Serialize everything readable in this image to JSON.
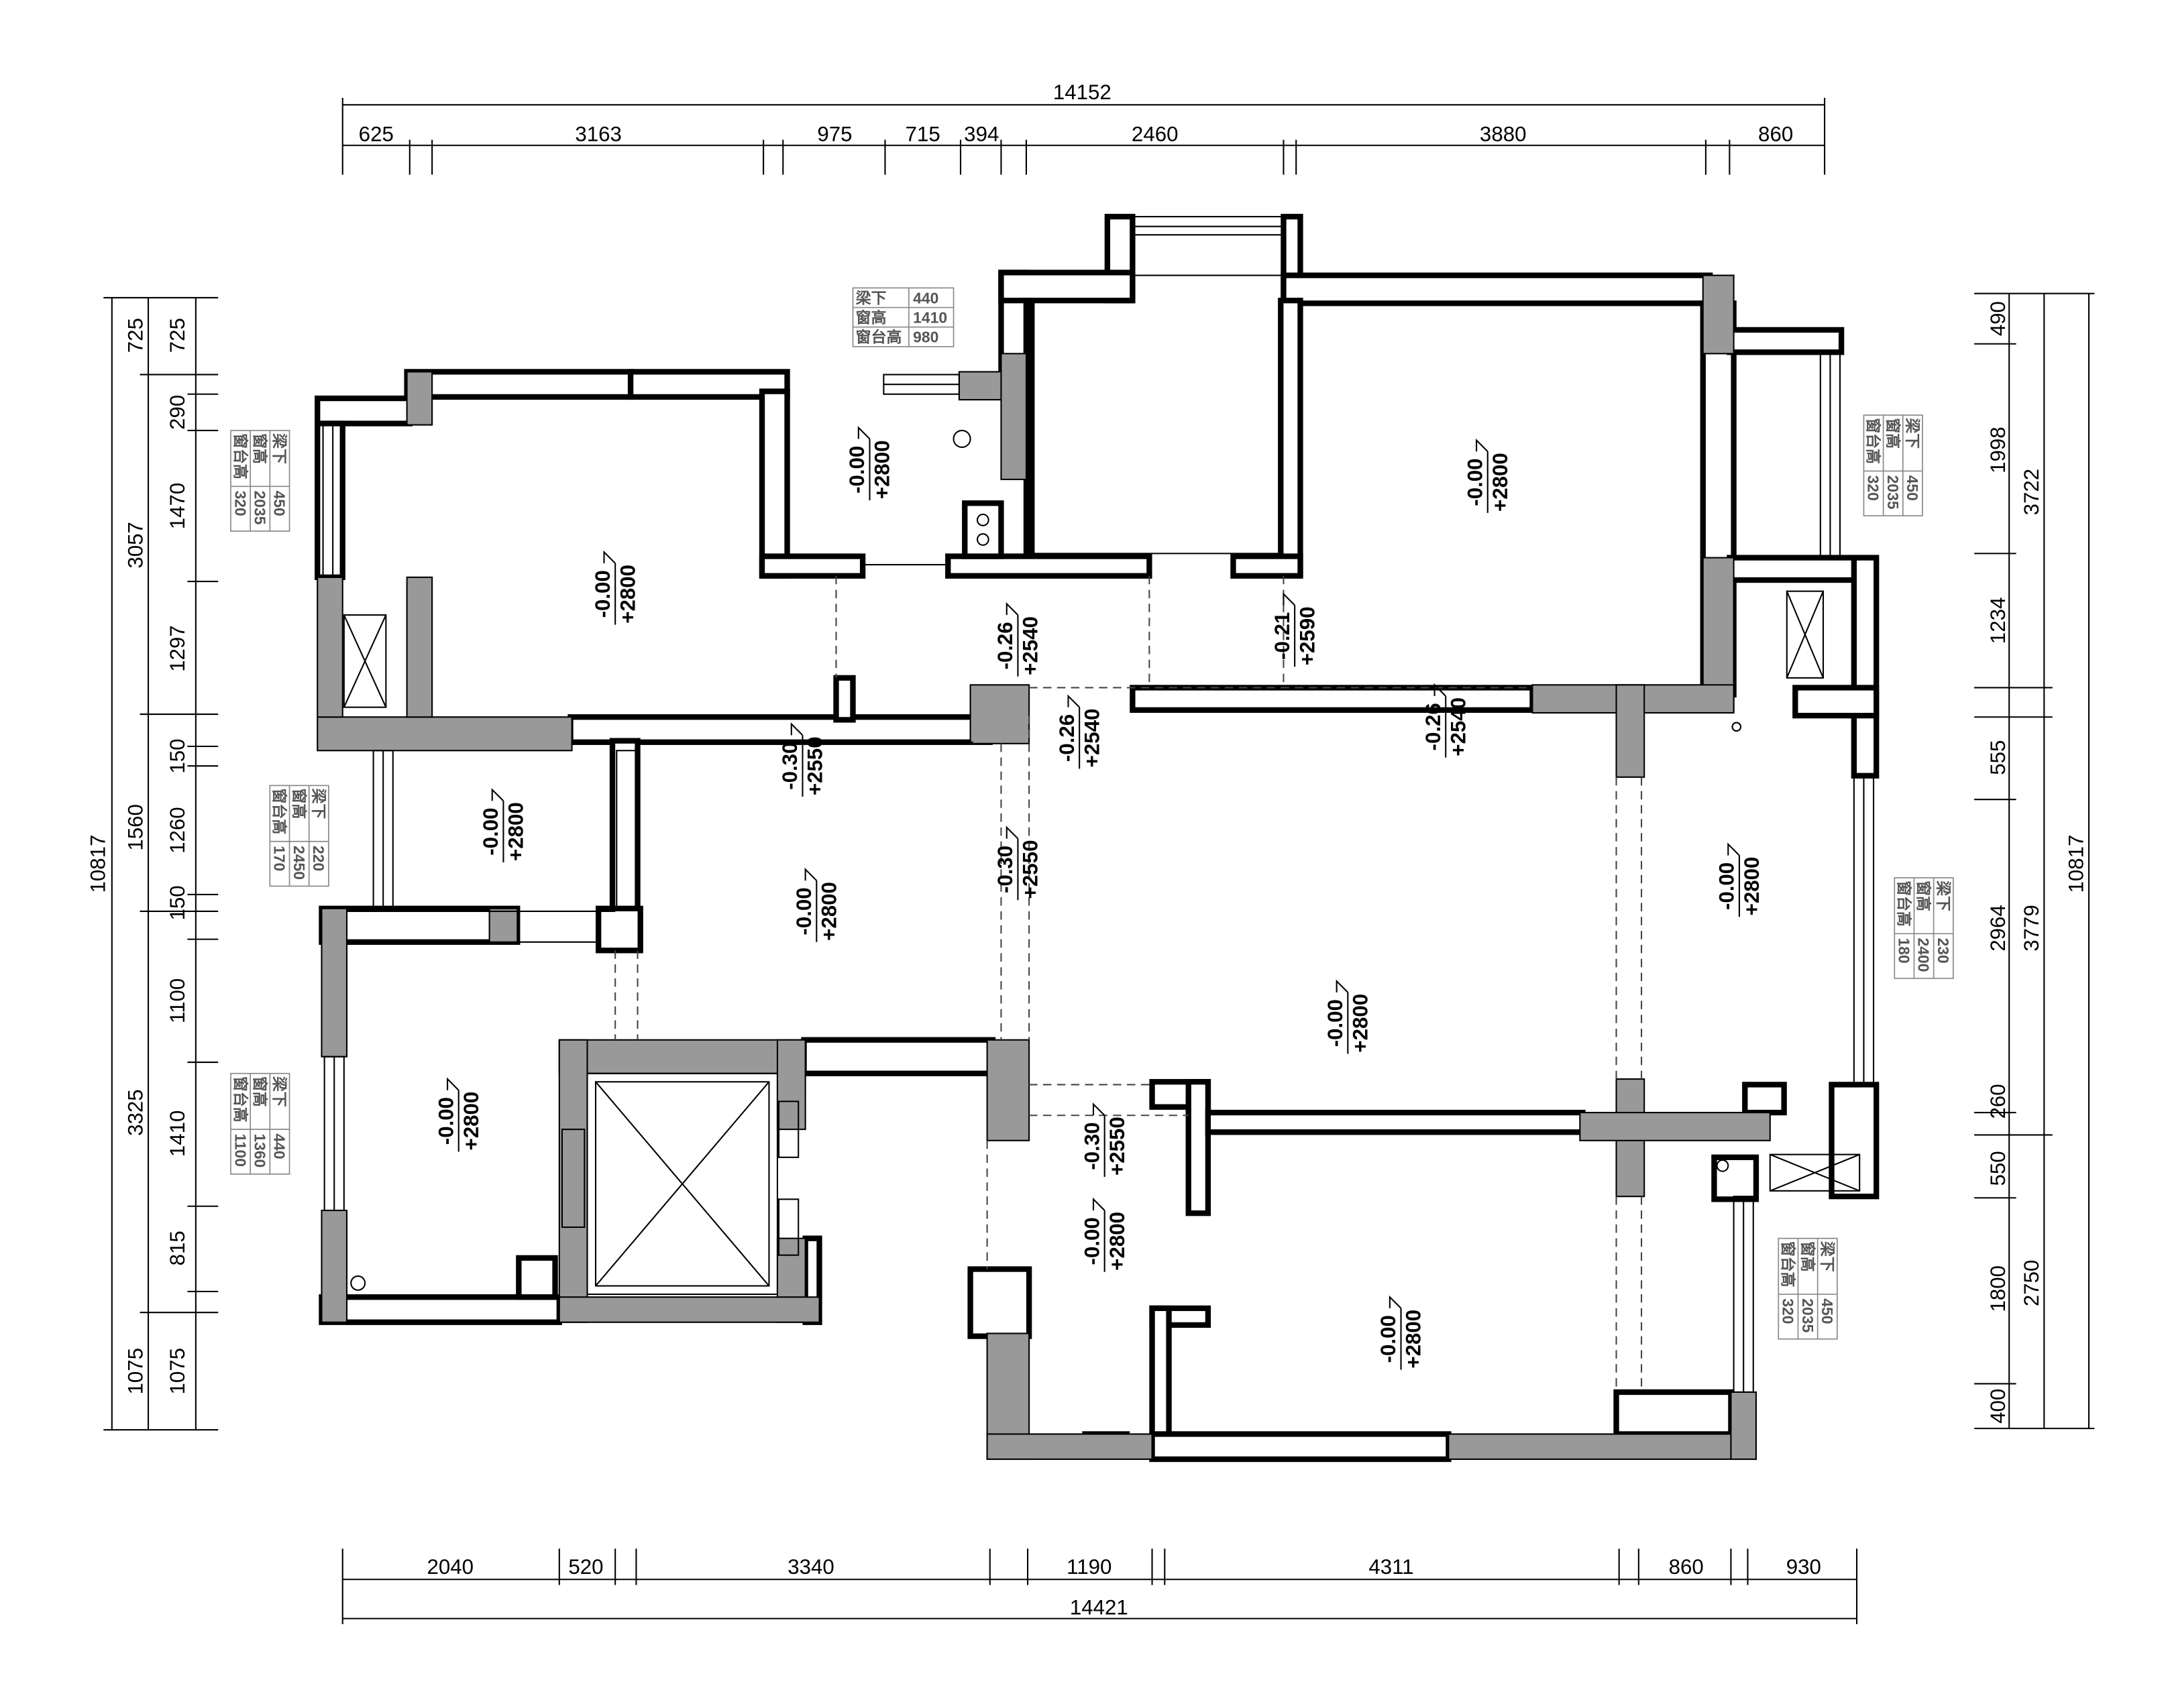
{
  "dimensions": {
    "top_total": "14152",
    "top": [
      "625",
      "3163",
      "975",
      "715",
      "394",
      "2460",
      "3880",
      "860"
    ],
    "bottom_total": "14421",
    "bottom": [
      "2040",
      "520",
      "3340",
      "1190",
      "4311",
      "860",
      "930"
    ],
    "left_total": "10817",
    "left_outer": [
      "725",
      "3057",
      "1560",
      "3325",
      "1075"
    ],
    "left_inner": [
      "725",
      "290",
      "1470",
      "1297",
      "150",
      "1260",
      "150",
      "1100",
      "1410",
      "815",
      "1075"
    ],
    "right_total": "10817",
    "right_outer": [
      "3722",
      "3779",
      "2750"
    ],
    "right_inner": [
      "490",
      "1998",
      "1234",
      "555",
      "2964",
      "260",
      "550",
      "1800",
      "400"
    ]
  },
  "levels": [
    {
      "id": "kitchen",
      "a": "-0.00",
      "b": "+2800"
    },
    {
      "id": "bedroom-nw",
      "a": "-0.00",
      "b": "+2800"
    },
    {
      "id": "bedroom-ne",
      "a": "-0.00",
      "b": "+2800"
    },
    {
      "id": "beam-a",
      "a": "-0.26",
      "b": "+2540"
    },
    {
      "id": "beam-b",
      "a": "-0.21",
      "b": "+2590"
    },
    {
      "id": "beam-c",
      "a": "-0.26",
      "b": "+2540"
    },
    {
      "id": "beam-d",
      "a": "-0.26",
      "b": "+2540"
    },
    {
      "id": "beam-e",
      "a": "-0.30",
      "b": "+2550"
    },
    {
      "id": "beam-f",
      "a": "-0.30",
      "b": "+2550"
    },
    {
      "id": "bath-w",
      "a": "-0.00",
      "b": "+2800"
    },
    {
      "id": "dining",
      "a": "-0.00",
      "b": "+2800"
    },
    {
      "id": "east-room",
      "a": "-0.00",
      "b": "+2800"
    },
    {
      "id": "living",
      "a": "-0.00",
      "b": "+2800"
    },
    {
      "id": "bedroom-sw",
      "a": "-0.00",
      "b": "+2800"
    },
    {
      "id": "beam-g",
      "a": "-0.30",
      "b": "+2550"
    },
    {
      "id": "hall-s",
      "a": "-0.00",
      "b": "+2800"
    },
    {
      "id": "bedroom-se",
      "a": "-0.00",
      "b": "+2800"
    }
  ],
  "window_tables": [
    {
      "id": "top",
      "rows": [
        [
          "梁下",
          "440"
        ],
        [
          "窗高",
          "1410"
        ],
        [
          "窗台高",
          "980"
        ]
      ]
    },
    {
      "id": "left-1",
      "rows": [
        [
          "梁下",
          "450"
        ],
        [
          "窗高",
          "2035"
        ],
        [
          "窗台高",
          "320"
        ]
      ]
    },
    {
      "id": "left-2",
      "rows": [
        [
          "梁下",
          "220"
        ],
        [
          "窗高",
          "2450"
        ],
        [
          "窗台高",
          "170"
        ]
      ]
    },
    {
      "id": "left-3",
      "rows": [
        [
          "梁下",
          "440"
        ],
        [
          "窗高",
          "1360"
        ],
        [
          "窗台高",
          "1100"
        ]
      ]
    },
    {
      "id": "right-1",
      "rows": [
        [
          "梁下",
          "450"
        ],
        [
          "窗高",
          "2035"
        ],
        [
          "窗台高",
          "320"
        ]
      ]
    },
    {
      "id": "right-2",
      "rows": [
        [
          "梁下",
          "230"
        ],
        [
          "窗高",
          "2400"
        ],
        [
          "窗台高",
          "180"
        ]
      ]
    },
    {
      "id": "right-3",
      "rows": [
        [
          "梁下",
          "450"
        ],
        [
          "窗高",
          "2035"
        ],
        [
          "窗台高",
          "320"
        ]
      ]
    }
  ]
}
